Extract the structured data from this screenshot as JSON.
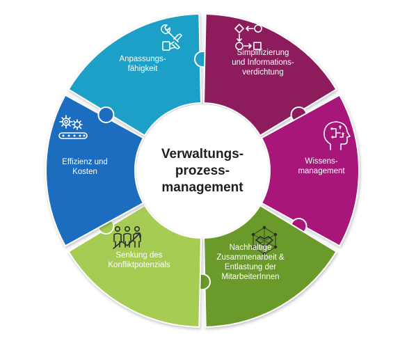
{
  "center": {
    "lines": [
      "Verwaltungs-",
      "prozess-",
      "management"
    ]
  },
  "segments": [
    {
      "id": "anpassung",
      "color": "#1ea0c8",
      "icon": "wrench-hand-icon",
      "lines": [
        "Anpassungs-",
        "fähigkeit"
      ]
    },
    {
      "id": "simplifizierung",
      "color": "#8c1a5c",
      "icon": "flowchart-icon",
      "lines": [
        "Simplifizierung",
        "und Informations-",
        "verdichtung"
      ]
    },
    {
      "id": "wissen",
      "color": "#a8147a",
      "icon": "brain-head-icon",
      "lines": [
        "Wissens-",
        "management"
      ]
    },
    {
      "id": "nachhaltig",
      "color": "#6a9a2a",
      "icon": "handshake-network-icon",
      "lines": [
        "Nachhaltige",
        "Zusammenarbeit &",
        "Entlastung der",
        "MitarbeiterInnen"
      ]
    },
    {
      "id": "konflikt",
      "color": "#a6cc52",
      "icon": "people-growth-icon",
      "lines": [
        "Senkung des",
        "Konfliktpotenzials"
      ]
    },
    {
      "id": "effizienz",
      "color": "#1c6cbf",
      "icon": "gears-conveyor-icon",
      "lines": [
        "Effizienz und",
        "Kosten"
      ]
    }
  ]
}
